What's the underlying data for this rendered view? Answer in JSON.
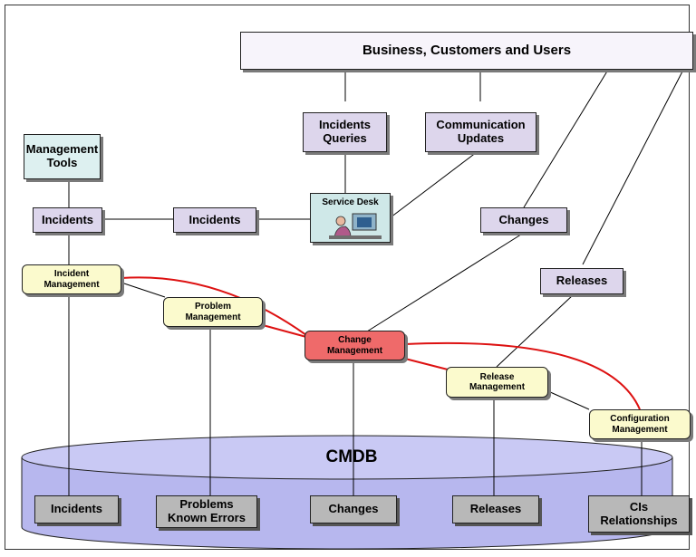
{
  "top": {
    "business": "Business, Customers and Users"
  },
  "upper": {
    "incidents_queries": "Incidents\nQueries",
    "communication_updates": "Communication\nUpdates"
  },
  "left": {
    "management_tools": "Management\nTools",
    "incidents_1": "Incidents",
    "incidents_2": "Incidents"
  },
  "service_desk": {
    "label": "Service Desk"
  },
  "right": {
    "changes": "Changes",
    "releases": "Releases"
  },
  "processes": {
    "incident_mgmt": "Incident\nManagement",
    "problem_mgmt": "Problem\nManagement",
    "change_mgmt": "Change\nManagement",
    "release_mgmt": "Release\nManagement",
    "config_mgmt": "Configuration\nManagement"
  },
  "cmdb": {
    "label": "CMDB",
    "items": [
      "Incidents",
      "Problems\nKnown Errors",
      "Changes",
      "Releases",
      "CIs\nRelationships"
    ]
  },
  "colors": {
    "process_link": "#dd1111",
    "change_fill": "#ef6a6a",
    "cmdb_fill": "#b7b7ee"
  }
}
